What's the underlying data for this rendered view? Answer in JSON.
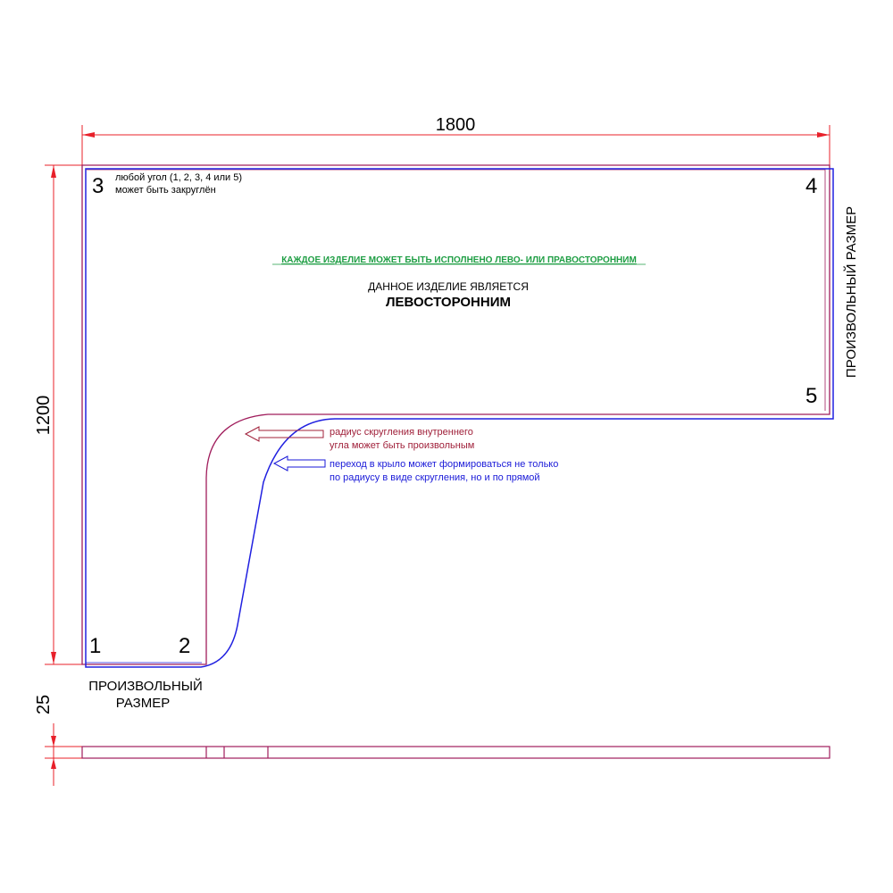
{
  "colors": {
    "dimension": "#e8202a",
    "outline_red": "#a01d5c",
    "outline_blue": "#2020e0",
    "accent_green": "#1f9e44",
    "note_red": "#a0203a",
    "note_blue": "#1a1ad8"
  },
  "dimensions": {
    "width": "1800",
    "height": "1200",
    "thickness": "25"
  },
  "corners": {
    "c1": "1",
    "c2": "2",
    "c3": "3",
    "c4": "4",
    "c5": "5"
  },
  "notes": {
    "corner_line1": "любой угол (1, 2, 3, 4 или 5)",
    "corner_line2": "может быть закруглён",
    "variant_note": "КАЖДОЕ ИЗДЕЛИЕ МОЖЕТ БЫТЬ ИСПОЛНЕНО ЛЕВО- ИЛИ ПРАВОСТОРОННИМ",
    "orientation_line1": "ДАННОЕ ИЗДЕЛИЕ ЯВЛЯЕТСЯ",
    "orientation_line2": "ЛЕВОСТОРОННИМ",
    "radius_line1": "радиус скругления внутреннего",
    "radius_line2": "угла может быть произвольным",
    "transition_line1": "переход в крыло может формироваться не только",
    "transition_line2": "по радиусу в виде скругления, но и по прямой"
  },
  "labels": {
    "arbitrary_right": "ПРОИЗВОЛЬНЫЙ РАЗМЕР",
    "arbitrary_bottom_line1": "ПРОИЗВОЛЬНЫЙ",
    "arbitrary_bottom_line2": "РАЗМЕР"
  }
}
